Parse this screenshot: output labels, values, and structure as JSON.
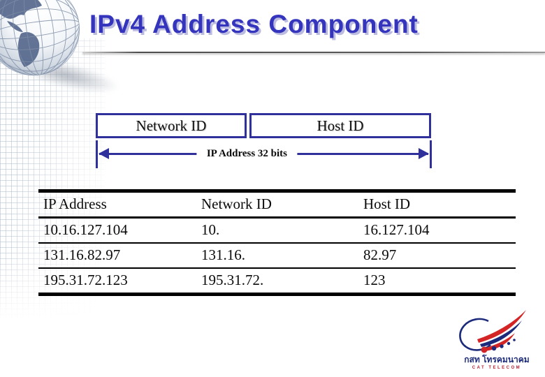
{
  "title": "IPv4 Address Component",
  "diagram": {
    "network_box": "Network ID",
    "host_box": "Host ID",
    "arrow_label": "IP Address 32 bits"
  },
  "table": {
    "headers": [
      "IP Address",
      "Network ID",
      "Host ID"
    ],
    "rows": [
      [
        "10.16.127.104",
        "10.",
        "16.127.104"
      ],
      [
        "131.16.82.97",
        "131.16.",
        "82.97"
      ],
      [
        "195.31.72.123",
        "195.31.72.",
        "123"
      ]
    ]
  },
  "logo": {
    "thai_name": "กสท โทรคมนาคม",
    "latin_name": "CAT TELECOM"
  },
  "icons": {
    "globe": "wireframe-globe-icon",
    "logo_mark": "cat-telecom-swoosh-icon"
  },
  "colors": {
    "title_blue": "#3434bd",
    "title_shadow": "#bcbce0",
    "diagram_navy": "#30309c",
    "table_line": "#000000",
    "logo_navy": "#1b2a7a",
    "logo_red": "#d32525"
  }
}
